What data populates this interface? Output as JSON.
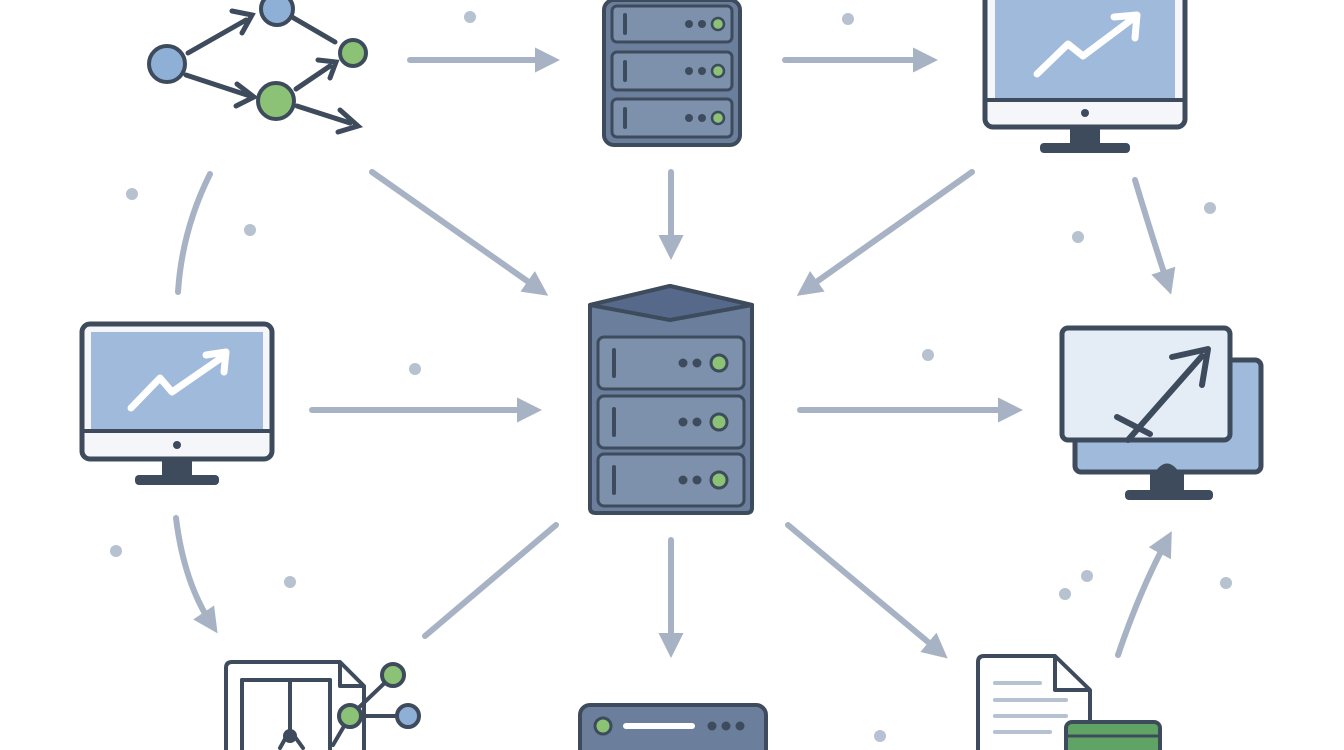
{
  "colors": {
    "background": "#ffffff",
    "outline": "#3d4b5c",
    "server_body": "#6b7f9c",
    "server_unit": "#7d91ad",
    "screen_blue": "#9fbadb",
    "screen_light": "#e4ecf6",
    "bezel": "#f4f6f9",
    "node_blue": "#8fb0d6",
    "node_green": "#8cc276",
    "connector": "#a7b3c4",
    "dot": "#b7c2d0",
    "doc_tab": "#5fa465"
  },
  "nodes": [
    {
      "id": "graph-network",
      "icon": "graph-network-icon"
    },
    {
      "id": "top-server",
      "icon": "server-rack-icon"
    },
    {
      "id": "top-monitor",
      "icon": "monitor-trend-icon"
    },
    {
      "id": "left-monitor",
      "icon": "monitor-trend-icon"
    },
    {
      "id": "central-server",
      "icon": "server-tower-icon"
    },
    {
      "id": "right-dual-monitor",
      "icon": "dual-monitor-arrow-icon"
    },
    {
      "id": "bottom-left-document",
      "icon": "document-network-icon"
    },
    {
      "id": "bottom-server",
      "icon": "server-unit-icon"
    },
    {
      "id": "bottom-right-document",
      "icon": "document-icon"
    }
  ],
  "connections": [
    {
      "from": "graph-network",
      "to": "top-server",
      "style": "straight"
    },
    {
      "from": "top-server",
      "to": "top-monitor",
      "style": "straight"
    },
    {
      "from": "graph-network",
      "to": "central-server",
      "style": "straight"
    },
    {
      "from": "top-server",
      "to": "central-server",
      "style": "straight"
    },
    {
      "from": "top-monitor",
      "to": "central-server",
      "style": "straight"
    },
    {
      "from": "left-monitor",
      "to": "central-server",
      "style": "straight"
    },
    {
      "from": "central-server",
      "to": "right-dual-monitor",
      "style": "straight"
    },
    {
      "from": "central-server",
      "to": "bottom-server",
      "style": "straight"
    },
    {
      "from": "central-server",
      "to": "bottom-right-document",
      "style": "straight"
    },
    {
      "from": "central-server",
      "to": "bottom-left-document",
      "style": "line"
    },
    {
      "from": "top-monitor",
      "to": "right-dual-monitor",
      "style": "curved"
    },
    {
      "from": "left-monitor",
      "to": "bottom-left-document",
      "style": "curved"
    },
    {
      "from": "bottom-right-document",
      "to": "right-dual-monitor",
      "style": "curved"
    },
    {
      "from": "graph-network",
      "to": "left-monitor",
      "style": "curved-line"
    }
  ]
}
